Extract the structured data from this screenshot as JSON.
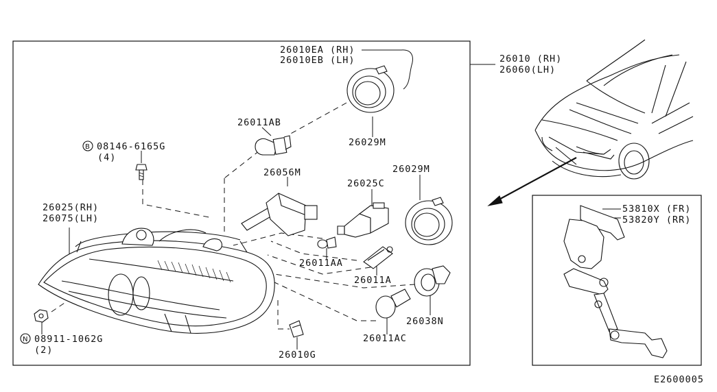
{
  "labels": {
    "p26010EA": "26010EA (RH)",
    "p26010EB": "26010EB (LH)",
    "p26011AB": "26011AB",
    "p26029M_top": "26029M",
    "p08146": "08146-6165G",
    "p08146_qty": "(4)",
    "p26056M": "26056M",
    "p26025C": "26025C",
    "p26029M_mid": "26029M",
    "p26025": "26025(RH)",
    "p26075": "26075(LH)",
    "p26011AA": "26011AA",
    "p26011A": "26011A",
    "p26038N": "26038N",
    "p08911": "08911-1062G",
    "p08911_qty": "(2)",
    "p26011AC": "26011AC",
    "p26010G": "26010G",
    "p26010": "26010 (RH)",
    "p26060": "26060(LH)",
    "p53810X": "53810X (FR)",
    "p53820Y": "53820Y (RR)",
    "diagram_code": "E2600005"
  },
  "symbols": {
    "bolt_prefix": "B",
    "nut_prefix": "N"
  }
}
